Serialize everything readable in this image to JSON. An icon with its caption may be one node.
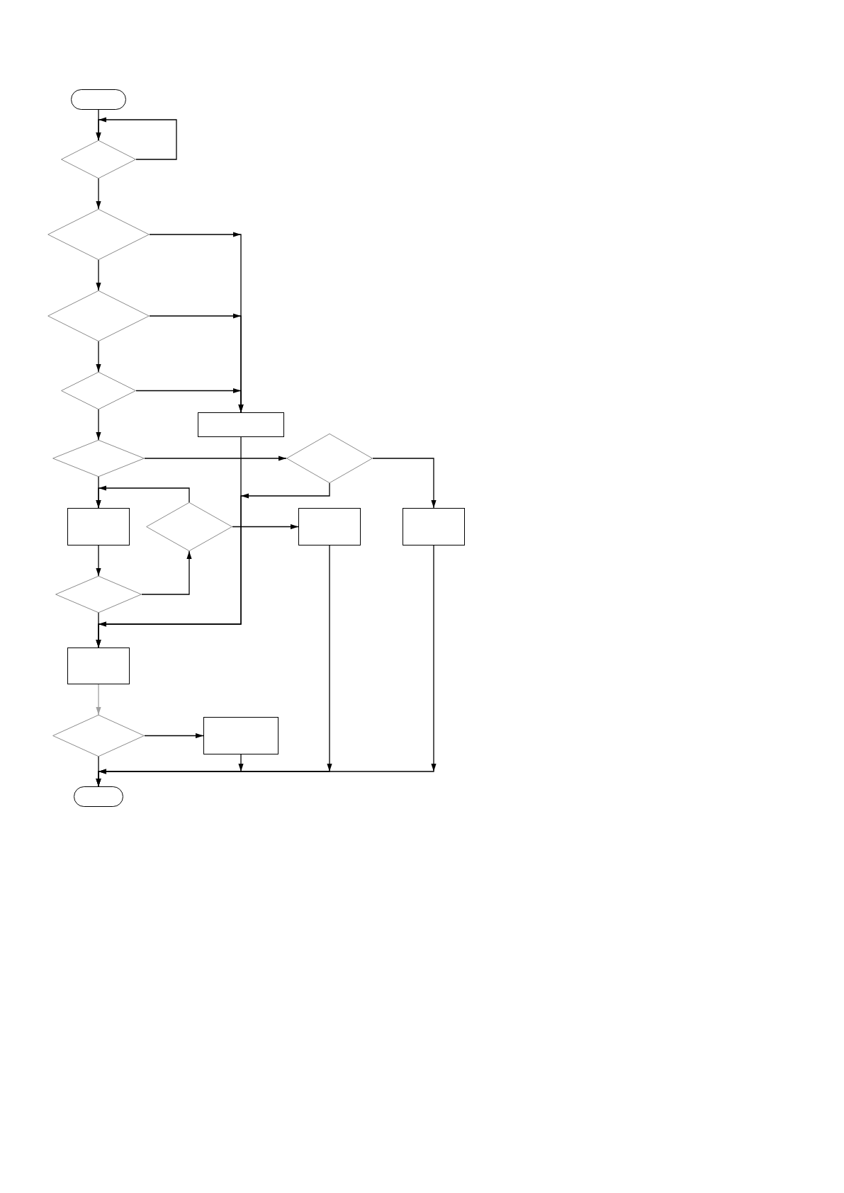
{
  "diagram": {
    "nodes": [
      {
        "text": [],
        "shape": "oval"
      },
      {
        "text": [],
        "shape": "diamond"
      },
      {
        "text": [],
        "shape": "diamond"
      },
      {
        "text": [],
        "shape": "diamond"
      },
      {
        "text": [],
        "shape": "diamond"
      },
      {
        "text": [],
        "shape": "box"
      },
      {
        "text": [],
        "shape": "diamond"
      },
      {
        "text": [],
        "shape": "diamond"
      },
      {
        "text": [],
        "shape": "box"
      },
      {
        "text": [],
        "shape": "diamond"
      },
      {
        "text": [],
        "shape": "box"
      },
      {
        "text": [],
        "shape": "box"
      },
      {
        "text": [],
        "shape": "diamond"
      },
      {
        "text": [],
        "shape": "box"
      },
      {
        "text": [],
        "shape": "diamond"
      },
      {
        "text": [],
        "shape": "box"
      },
      {
        "text": [],
        "shape": "oval"
      }
    ],
    "edges": [
      {
        "from": 0,
        "to": 1,
        "arrow": "to"
      },
      {
        "from": 1,
        "to": 1,
        "arrow": "to"
      },
      {
        "from": 1,
        "to": 2,
        "arrow": "to"
      },
      {
        "from": 2,
        "to": 5,
        "arrow": "to"
      },
      {
        "from": 3,
        "to": 5,
        "arrow": "to"
      },
      {
        "from": 4,
        "to": 5,
        "arrow": "to"
      },
      {
        "from": 2,
        "to": 3,
        "arrow": "to"
      },
      {
        "from": 3,
        "to": 4,
        "arrow": "to"
      },
      {
        "from": 4,
        "to": 6,
        "arrow": "to"
      },
      {
        "from": 6,
        "to": 7,
        "arrow": "to"
      },
      {
        "from": 6,
        "to": 8,
        "arrow": "to"
      },
      {
        "from": 7,
        "to": 11,
        "arrow": "to"
      },
      {
        "from": 7,
        "to": 13,
        "arrow": "to"
      },
      {
        "from": 5,
        "to": 13,
        "arrow": "to"
      },
      {
        "from": 9,
        "to": 8,
        "arrow": "to"
      },
      {
        "from": 9,
        "to": 10,
        "arrow": "to"
      },
      {
        "from": 8,
        "to": 12,
        "arrow": "to"
      },
      {
        "from": 12,
        "to": 9,
        "arrow": "to"
      },
      {
        "from": 12,
        "to": 13,
        "arrow": "to"
      },
      {
        "from": 13,
        "to": 14,
        "arrow": "to",
        "color": "#a0a0a0"
      },
      {
        "from": 14,
        "to": 15,
        "arrow": "to"
      },
      {
        "from": 14,
        "to": 16,
        "arrow": "to"
      },
      {
        "from": 15,
        "to": 16,
        "arrow": "to"
      },
      {
        "from": 10,
        "to": 16,
        "arrow": "to"
      },
      {
        "from": 11,
        "to": 16,
        "arrow": "to"
      }
    ]
  }
}
